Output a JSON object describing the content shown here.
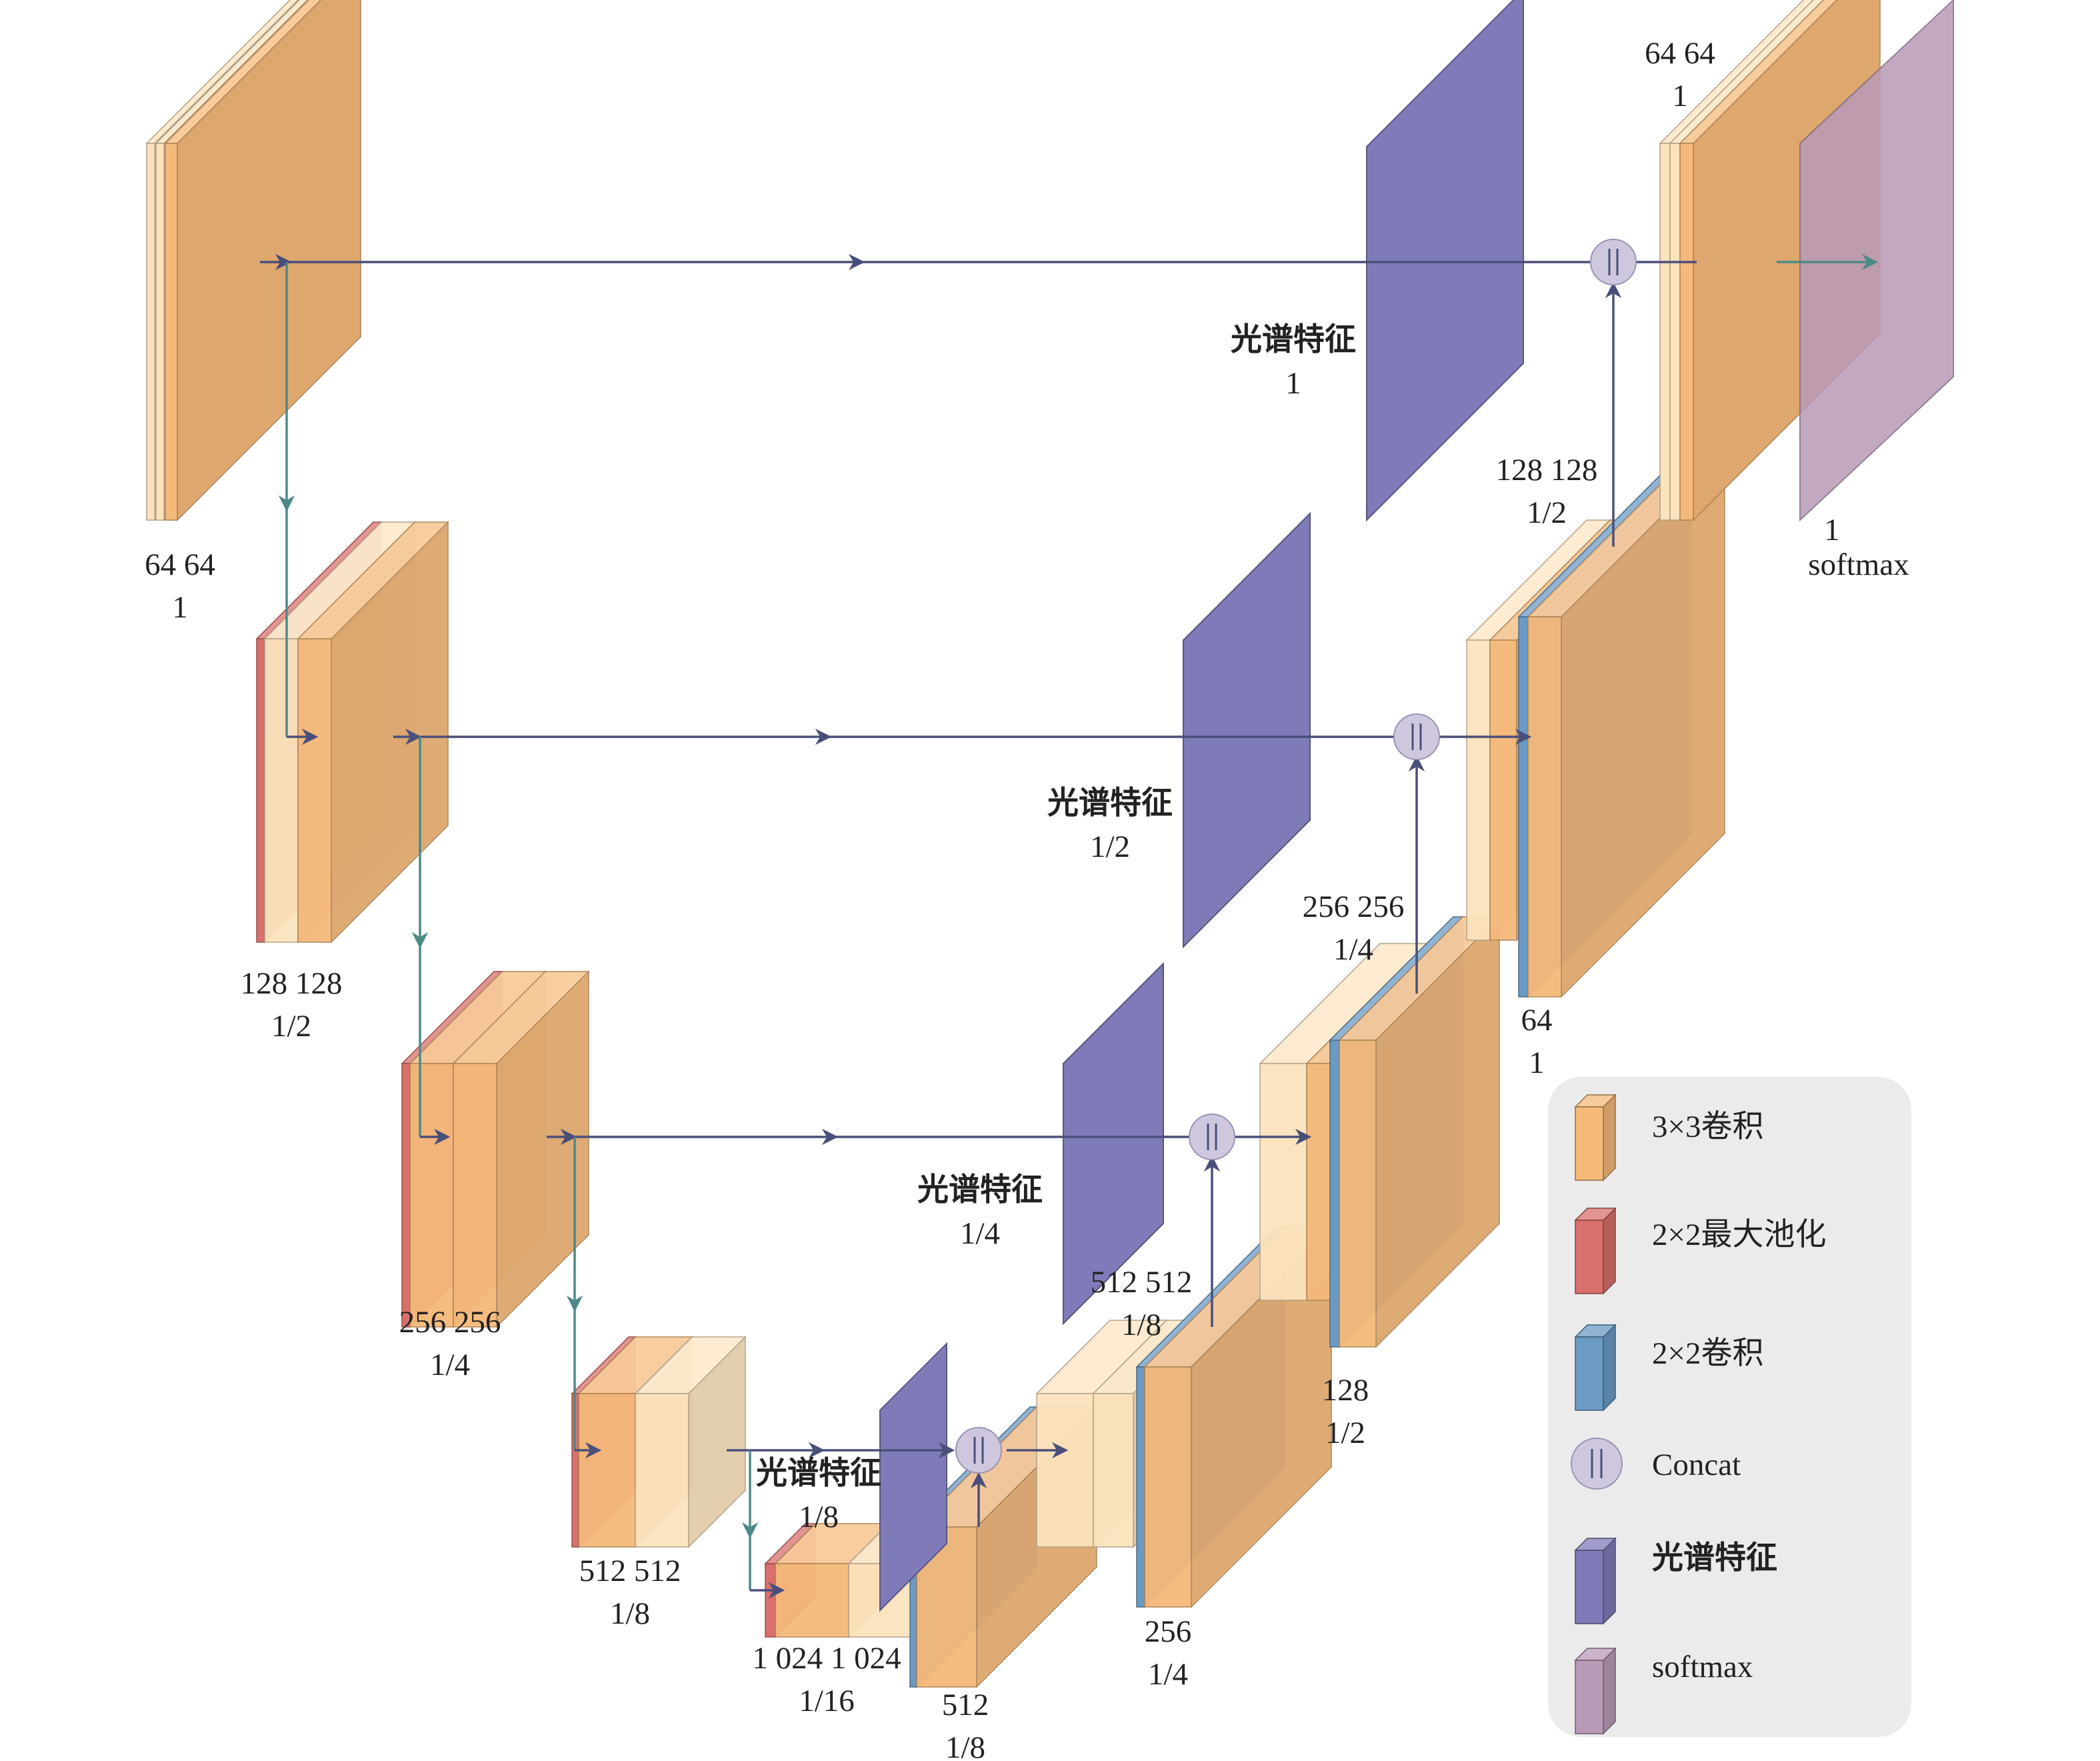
{
  "colors": {
    "conv3": "#f5b97a",
    "conv3_light": "#fbe3bd",
    "maxpool": "#d9706b",
    "upconv": "#6b9ac4",
    "spectral": "#7f7bb8",
    "softmax": "#b99ab8",
    "concat": "#cfc7dd",
    "arrow": "#4a4f7a",
    "arrow_down": "#4d8a87",
    "legend_bg": "#ebebeb"
  },
  "labels": {
    "enc1": [
      "64 64",
      "1"
    ],
    "enc2": [
      "128 128",
      "1/2"
    ],
    "enc3": [
      "256 256",
      "1/4"
    ],
    "enc4": [
      "512 512",
      "1/8"
    ],
    "bottleneck": [
      "1 024 1 024",
      "1/16"
    ],
    "up4": [
      "512",
      "1/8"
    ],
    "dec4": [
      "512 512",
      "1/8"
    ],
    "up3": [
      "256",
      "1/4"
    ],
    "dec3": [
      "256 256",
      "1/4"
    ],
    "up2": [
      "128",
      "1/2"
    ],
    "dec2": [
      "128 128",
      "1/2"
    ],
    "up1": [
      "64",
      "1"
    ],
    "dec1": [
      "64 64",
      "1"
    ],
    "out": [
      "1",
      "softmax"
    ]
  },
  "spectral": [
    {
      "name": "光谱特征",
      "scale": "1"
    },
    {
      "name": "光谱特征",
      "scale": "1/2"
    },
    {
      "name": "光谱特征",
      "scale": "1/4"
    },
    {
      "name": "光谱特征",
      "scale": "1/8"
    }
  ],
  "legend": [
    {
      "key": "conv3",
      "label": "3×3卷积",
      "icon": "conv3-icon"
    },
    {
      "key": "maxpool",
      "label": "2×2最大池化",
      "icon": "maxpool-icon"
    },
    {
      "key": "upconv",
      "label": "2×2卷积",
      "icon": "upconv-icon"
    },
    {
      "key": "concat",
      "label": "Concat",
      "icon": "concat-icon"
    },
    {
      "key": "spectral",
      "label": "光谱特征",
      "icon": "spectral-icon"
    },
    {
      "key": "softmax",
      "label": "softmax",
      "icon": "softmax-icon"
    }
  ]
}
